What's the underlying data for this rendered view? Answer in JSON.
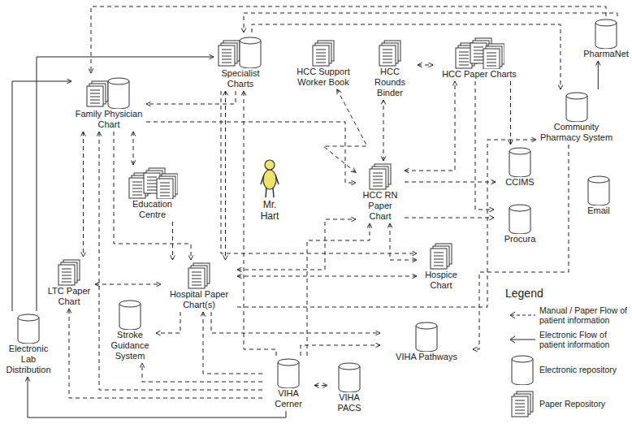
{
  "diagram": {
    "nodes": [
      {
        "text": [
          "Specialist Charts"
        ]
      },
      {
        "text": [
          "HCC Support Worker Book"
        ]
      },
      {
        "text": [
          "HCC Rounds Binder"
        ]
      },
      {
        "text": [
          "HCC Paper Charts"
        ]
      },
      {
        "text": [
          "PharmaNet"
        ]
      },
      {
        "text": [
          "Family Physician Chart"
        ]
      },
      {
        "text": [
          "Community Pharmacy System"
        ]
      },
      {
        "text": [
          "Education Centre"
        ]
      },
      {
        "text": [
          "HCC RN Paper Chart"
        ]
      },
      {
        "text": [
          "CCIMS"
        ]
      },
      {
        "text": [
          "Mr. Hart"
        ]
      },
      {
        "text": [
          "Procura"
        ]
      },
      {
        "text": [
          "Email"
        ]
      },
      {
        "text": [
          "LTC Paper Chart"
        ]
      },
      {
        "text": [
          "Hospital Paper Chart(s)"
        ]
      },
      {
        "text": [
          "Hospice Chart"
        ]
      },
      {
        "text": [
          "Stroke Guidance System"
        ]
      },
      {
        "text": [
          "VIHA Pathways"
        ]
      },
      {
        "text": [
          "Electronic Lab Distribution"
        ]
      },
      {
        "text": [
          "VIHA Cerner"
        ]
      },
      {
        "text": [
          "VIHA PACS"
        ]
      }
    ],
    "edges": [
      {
        "from": 18,
        "to": 5,
        "arrow": "to"
      },
      {
        "from": 18,
        "to": 0,
        "arrow": "to"
      },
      {
        "from": 6,
        "to": 4,
        "arrow": "to"
      },
      {
        "from": 19,
        "to": 20,
        "arrow": "both"
      },
      {
        "from": 19,
        "to": 18,
        "arrow": "to"
      },
      {
        "from": 4,
        "to": 5,
        "arrow": "to"
      },
      {
        "from": 4,
        "to": 0,
        "arrow": "to"
      },
      {
        "from": 0,
        "to": 6,
        "arrow": "to"
      },
      {
        "from": 5,
        "to": 8,
        "arrow": "to"
      },
      {
        "from": 0,
        "to": 5,
        "arrow": "to"
      },
      {
        "from": 5,
        "to": 7,
        "arrow": "both"
      },
      {
        "from": 5,
        "to": 13,
        "arrow": "both"
      },
      {
        "from": 5,
        "to": 14,
        "arrow": "to"
      },
      {
        "from": 0,
        "to": 14,
        "arrow": "both"
      },
      {
        "from": 13,
        "to": 14,
        "arrow": "both"
      },
      {
        "from": 7,
        "to": 14,
        "arrow": "to"
      },
      {
        "from": 14,
        "to": 8,
        "arrow": "both"
      },
      {
        "from": 14,
        "to": 15,
        "arrow": "both"
      },
      {
        "from": 14,
        "to": 17,
        "arrow": "to"
      },
      {
        "from": 14,
        "to": 16,
        "arrow": "to"
      },
      {
        "from": 14,
        "to": 6,
        "arrow": "to"
      },
      {
        "from": 8,
        "to": 1,
        "arrow": "both"
      },
      {
        "from": 8,
        "to": 2,
        "arrow": "both"
      },
      {
        "from": 8,
        "to": 3,
        "arrow": "both"
      },
      {
        "from": 8,
        "to": 9,
        "arrow": "to"
      },
      {
        "from": 8,
        "to": 11,
        "arrow": "to"
      },
      {
        "from": 3,
        "to": 9,
        "arrow": "to"
      },
      {
        "from": 3,
        "to": 11,
        "arrow": "to"
      },
      {
        "from": 2,
        "to": 3,
        "arrow": "both"
      },
      {
        "from": 8,
        "to": 15,
        "arrow": "both"
      },
      {
        "from": 19,
        "to": 13,
        "arrow": "to"
      },
      {
        "from": 19,
        "to": 5,
        "arrow": "to"
      },
      {
        "from": 19,
        "to": 0,
        "arrow": "to"
      },
      {
        "from": 19,
        "to": 14,
        "arrow": "to"
      },
      {
        "from": 19,
        "to": 16,
        "arrow": "to"
      },
      {
        "from": 19,
        "to": 17,
        "arrow": "to"
      },
      {
        "from": 19,
        "to": 8,
        "arrow": "to"
      },
      {
        "from": 0,
        "to": 15,
        "arrow": "to"
      },
      {
        "from": 6,
        "to": 17,
        "arrow": "to"
      }
    ],
    "labels": [
      "Legend"
    ],
    "legend": [
      {
        "text": "Manual / Paper Flow of patient information"
      },
      {
        "text": "Electronic Flow of patient information"
      },
      {
        "text": "Electronic repository"
      },
      {
        "text": "Paper Repository"
      }
    ]
  }
}
